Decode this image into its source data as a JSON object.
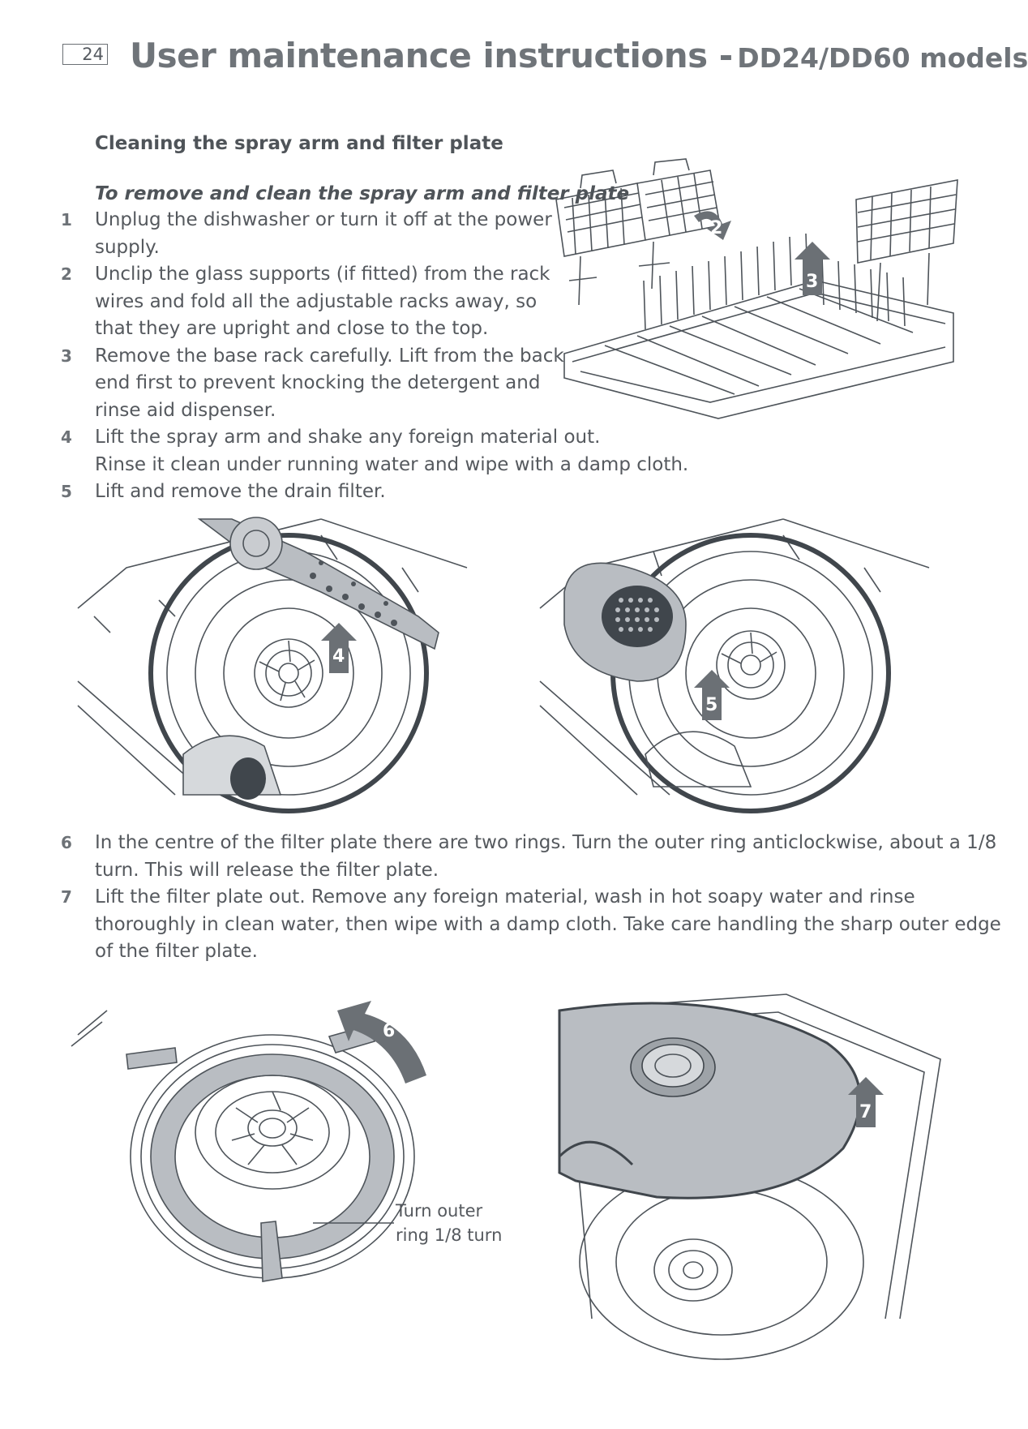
{
  "header": {
    "page_number": "24",
    "title": "User maintenance instructions -",
    "subtitle": "DD24/DD60 models"
  },
  "section": {
    "heading": "Cleaning the spray arm and filter plate",
    "lead": "To remove and clean the spray arm and filter plate"
  },
  "steps_top": [
    {
      "num": "1",
      "lines": [
        "Unplug the dishwasher or turn it off at the power",
        "supply."
      ]
    },
    {
      "num": "2",
      "lines": [
        "Unclip the glass supports (if fitted) from the rack",
        "wires and fold all the adjustable racks away, so",
        "that they are upright and close to the top."
      ]
    },
    {
      "num": "3",
      "lines": [
        "Remove the base rack carefully. Lift from the back",
        "end first to prevent knocking the detergent and",
        "rinse aid dispenser."
      ]
    },
    {
      "num": "4",
      "lines": [
        "Lift the spray arm and shake any foreign material out.",
        "Rinse it clean under running water and wipe with a damp cloth."
      ]
    },
    {
      "num": "5",
      "lines": [
        "Lift and remove the drain filter."
      ]
    }
  ],
  "steps_bottom": [
    {
      "num": "6",
      "lines": [
        "In the centre of the filter plate there are two rings. Turn the outer ring anticlockwise, about a 1/8",
        "turn. This will release the filter plate."
      ]
    },
    {
      "num": "7",
      "lines": [
        "Lift the filter plate out. Remove any foreign material, wash in hot soapy water and rinse",
        "thoroughly in clean water, then wipe with a damp cloth. Take care handling the sharp outer edge",
        "of the filter plate."
      ]
    }
  ],
  "figures": {
    "rack_labels": [
      "2",
      "3"
    ],
    "spray_arm_label": "4",
    "drain_filter_label": "5",
    "ring_label": "6",
    "plate_label": "7",
    "callout": [
      "Turn outer",
      "ring 1/8 turn"
    ]
  },
  "colors": {
    "text": "#55595e",
    "title": "#6f7479",
    "arrow": "#6b7075",
    "fill_grey": "#b9bdc2"
  }
}
